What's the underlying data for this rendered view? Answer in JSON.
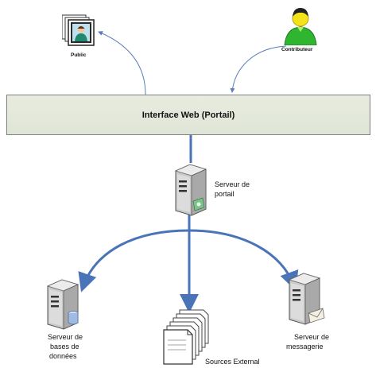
{
  "diagram": {
    "portal_bar_label": "Interface Web (Portail)",
    "public_label": "Public",
    "contributeur_label": "Contributeur",
    "serveur_portail_label_1": "Serveur de",
    "serveur_portail_label_2": "portail",
    "serveur_bdd_label_1": "Serveur de",
    "serveur_bdd_label_2": "bases de",
    "serveur_bdd_label_3": "données",
    "sources_label": "Sources External",
    "serveur_msg_label_1": "Serveur de",
    "serveur_msg_label_2": "messagerie"
  },
  "colors": {
    "line": "#4a74b8",
    "arrow": "#4a74b8",
    "portal_bar": "#e3e8da",
    "contributor": "#2fb52f"
  },
  "icons": [
    "public-photos-icon",
    "contributor-person-icon",
    "server-icon",
    "database-server-icon",
    "documents-stack-icon",
    "mail-server-icon"
  ]
}
